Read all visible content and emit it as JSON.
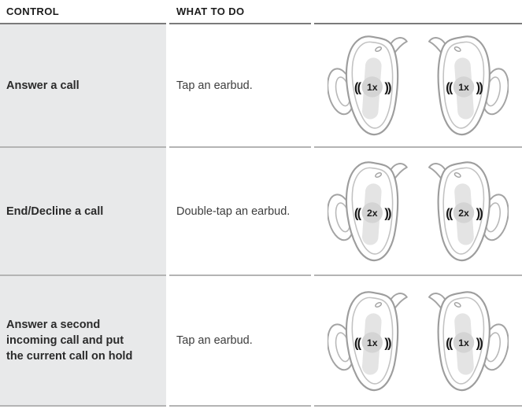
{
  "header": {
    "control": "CONTROL",
    "what_to_do": "WHAT TO DO"
  },
  "rows": [
    {
      "control": "Answer a call",
      "action": "Tap an earbud.",
      "tap_count": "1x"
    },
    {
      "control": "End/Decline a call",
      "action": "Double-tap an earbud.",
      "tap_count": "2x"
    },
    {
      "control": "Answer a second incoming call and put the current call on hold",
      "action": "Tap an earbud.",
      "tap_count": "1x"
    }
  ],
  "tap_indicator": {
    "open": "((",
    "close": "))"
  },
  "colors": {
    "label_column_bg": "#e8e9ea",
    "header_border": "#7b7b7b",
    "row_border": "#b4b4b4",
    "illustration_outline": "#9d9d9d",
    "touch_strip": "#e4e4e4",
    "badge_bg": "#d4d4d4",
    "badge_text": "#1c1c1c"
  }
}
